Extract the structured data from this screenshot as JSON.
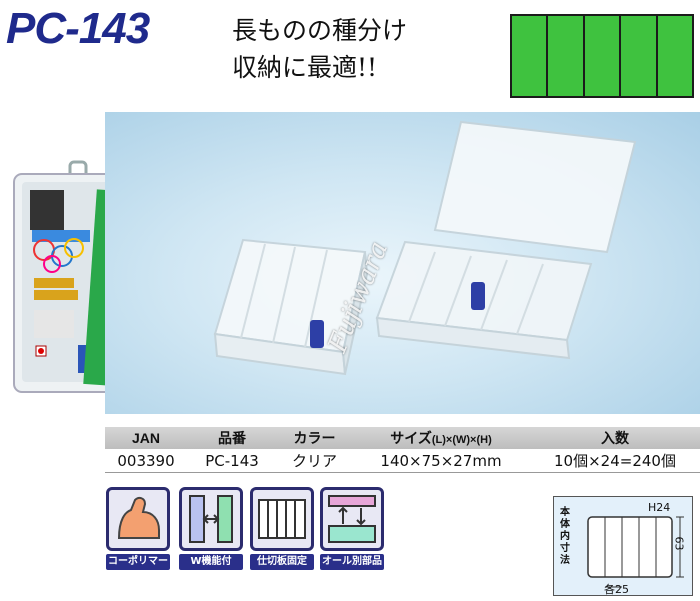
{
  "product": {
    "model": "PC-143",
    "tagline_line1": "長ものの種分け",
    "tagline_line2": "収納に最適!!",
    "watermark": "Fujiwara",
    "color_accent": "#3fc23f"
  },
  "spec_table": {
    "headers": [
      "JAN",
      "品番",
      "カラー",
      "サイズ",
      "(L)×(W)×(H)",
      "入数"
    ],
    "row": {
      "jan": "003390",
      "model": "PC-143",
      "color": "クリア",
      "size": "140×75×27mm",
      "qty": "10個×24=240個"
    }
  },
  "features": [
    {
      "label": "コーポリマー",
      "icon": "arm-icon"
    },
    {
      "label": "W機能付",
      "icon": "w-function-icon"
    },
    {
      "label": "仕切板固定",
      "icon": "divider-fixed-icon"
    },
    {
      "label": "オール別部品",
      "icon": "separate-parts-icon"
    }
  ],
  "inner_dims": {
    "label": "本体内寸法",
    "height": "H24",
    "depth": "63",
    "width": "各25"
  }
}
